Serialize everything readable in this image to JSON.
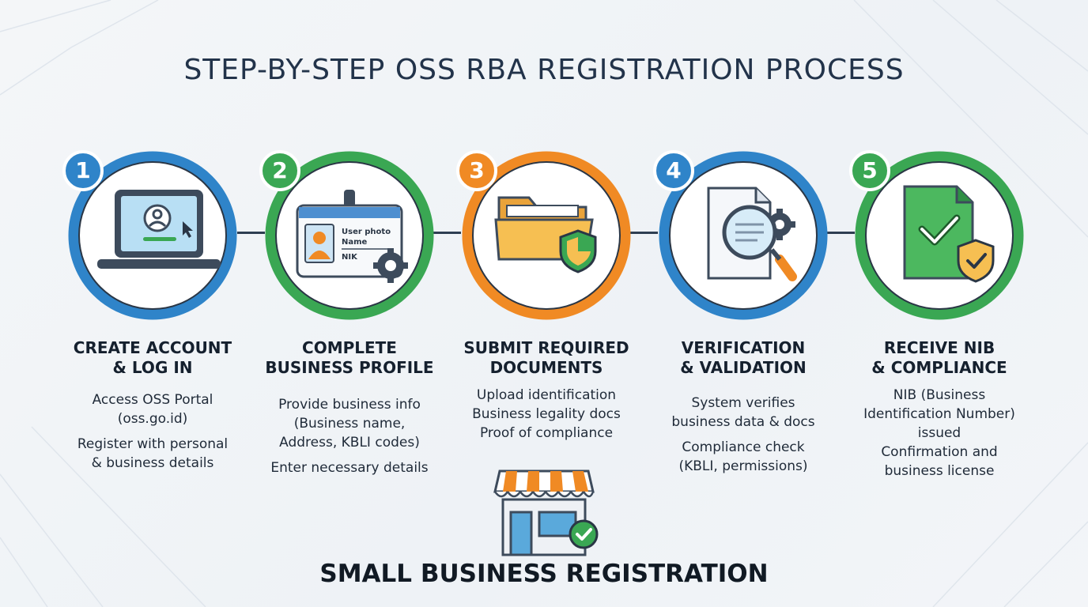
{
  "title": "STEP-BY-STEP OSS RBA REGISTRATION PROCESS",
  "colors": {
    "blue": "#2f84c9",
    "green": "#3aa753",
    "orange": "#f08a24",
    "dark": "#22334a"
  },
  "steps": [
    {
      "number": "1",
      "color": "#2f84c9",
      "icon": "laptop-login-icon",
      "title": [
        "CREATE ACCOUNT",
        "& LOG IN"
      ],
      "desc": [
        "Access OSS Portal",
        "(oss.go.id)",
        "Register with personal",
        "& business details"
      ]
    },
    {
      "number": "2",
      "color": "#3aa753",
      "icon": "id-card-gear-icon",
      "card": {
        "photo_label": "User photo",
        "name_label": "Name",
        "nik_label": "NIK"
      },
      "title": [
        "COMPLETE",
        "BUSINESS PROFILE"
      ],
      "desc": [
        "Provide business info",
        "(Business name,",
        "Address, KBLI codes)",
        "Enter necessary details"
      ]
    },
    {
      "number": "3",
      "color": "#f08a24",
      "icon": "folder-shield-icon",
      "title": [
        "SUBMIT REQUIRED",
        "DOCUMENTS"
      ],
      "desc": [
        "Upload identification",
        "Business legality docs",
        "Proof of compliance"
      ]
    },
    {
      "number": "4",
      "color": "#2f84c9",
      "icon": "document-magnifier-icon",
      "title": [
        "VERIFICATION",
        "& VALIDATION"
      ],
      "desc": [
        "System verifies",
        "business data & docs",
        "Compliance check",
        "(KBLI, permissions)"
      ]
    },
    {
      "number": "5",
      "color": "#3aa753",
      "icon": "certificate-check-icon",
      "title": [
        "RECEIVE NIB",
        "& COMPLIANCE"
      ],
      "desc": [
        "NIB (Business",
        "Identification Number)",
        "issued",
        "Confirmation and",
        "business license"
      ]
    }
  ],
  "footer": {
    "title": "SMALL BUSINESS REGISTRATION",
    "icon": "storefront-check-icon"
  }
}
